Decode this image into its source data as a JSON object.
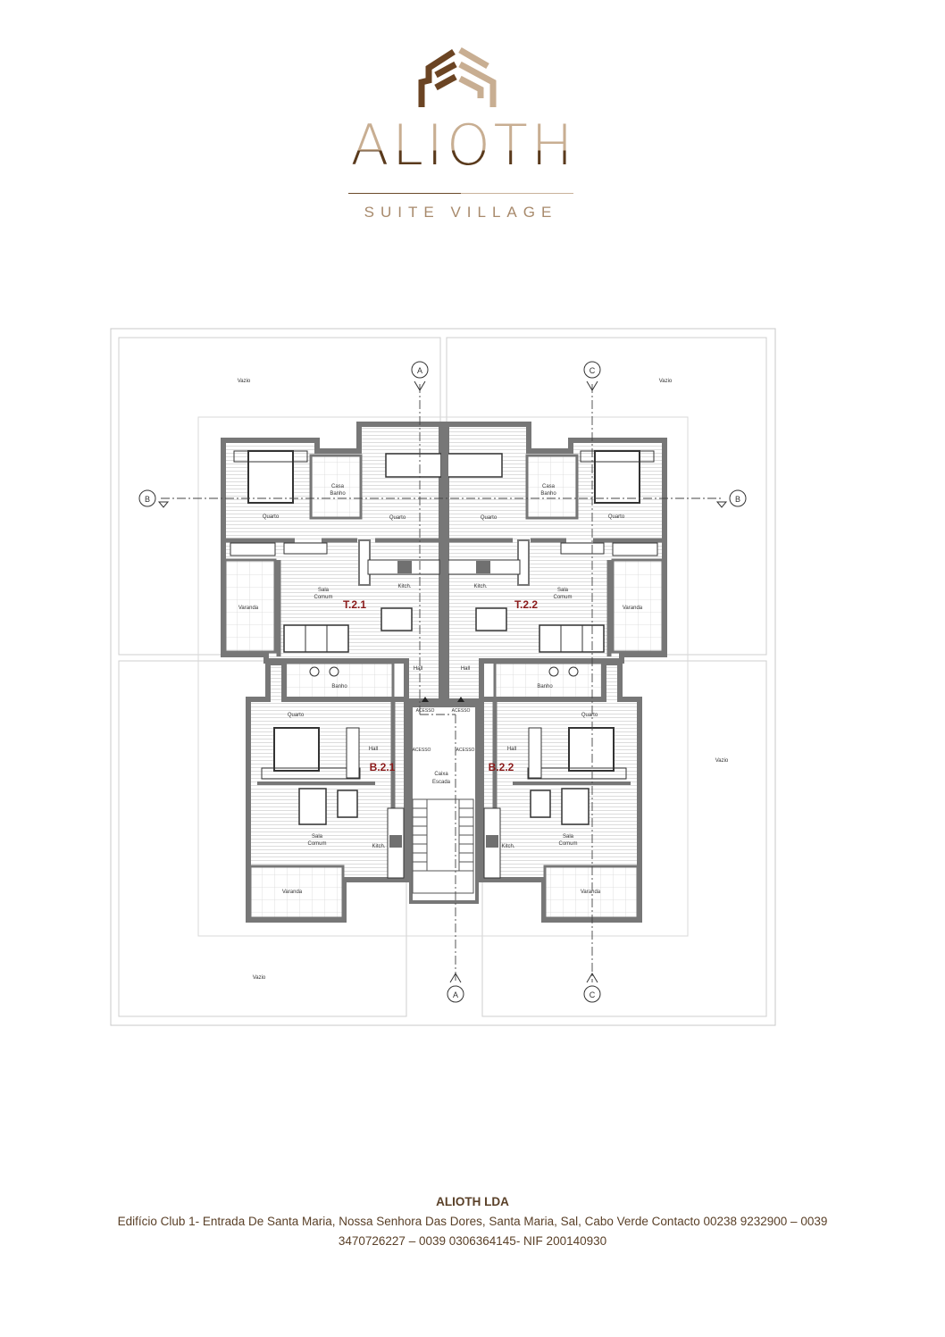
{
  "logo": {
    "brand": "ALIOTH",
    "tagline": "SUITE VILLAGE",
    "colors": {
      "dark": "#5a3a1c",
      "light": "#c8ae92"
    }
  },
  "plan": {
    "void_label": "Vazio",
    "axes": {
      "a": "A",
      "b": "B",
      "c": "C"
    },
    "rooms": {
      "quarto": "Quarto",
      "casa_banho_1": "Casa",
      "casa_banho_2": "Banho",
      "banho": "Banho",
      "sala_1": "Sala",
      "sala_2": "Comum",
      "kitchen": "Kitch.",
      "varanda": "Varanda",
      "hall": "Hall",
      "acesso": "ACESSO",
      "caixa_1": "Caixa",
      "caixa_2": "Escada"
    },
    "units": {
      "t21": "T.2.1",
      "t22": "T.2.2",
      "b21": "B.2.1",
      "b22": "B.2.2"
    },
    "unit_label_color": "#8b1a1a"
  },
  "footer": {
    "company": "ALIOTH LDA",
    "line1": "Edifício Club 1- Entrada De Santa Maria, Nossa Senhora Das Dores, Santa Maria, Sal, Cabo Verde  Contacto 00238 9232900 – 0039",
    "line2": "3470726227 – 0039 0306364145- NIF 200140930"
  }
}
